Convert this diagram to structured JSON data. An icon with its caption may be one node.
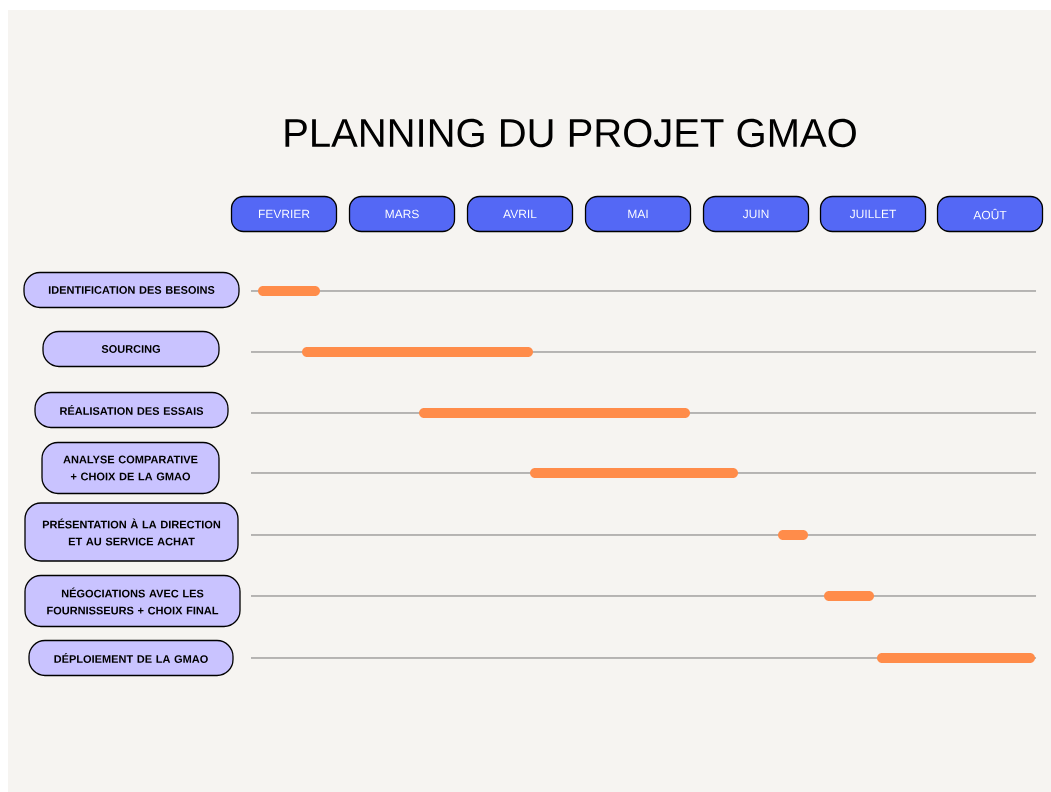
{
  "diagram": {
    "title": "PLANNING DU PROJET GMAO",
    "nodes": [
      {
        "text": [
          "FEVRIER"
        ]
      },
      {
        "text": [
          "MARS"
        ]
      },
      {
        "text": [
          "AVRIL"
        ]
      },
      {
        "text": [
          "MAI"
        ]
      },
      {
        "text": [
          "JUIN"
        ]
      },
      {
        "text": [
          "JUILLET"
        ]
      },
      {
        "text": [
          "AOÛT"
        ]
      },
      {
        "text": [
          "IDENTIFICATION DES BESOINS"
        ]
      },
      {
        "text": [
          "SOURCING"
        ]
      },
      {
        "text": [
          "RÉALISATION DES ESSAIS"
        ]
      },
      {
        "text": [
          "ANALYSE COMPARATIVE + CHOIX DE LA GMAO"
        ]
      },
      {
        "text": [
          "PRÉSENTATION À LA DIRECTION ET AU SERVICE ACHAT"
        ]
      },
      {
        "text": [
          "NÉGOCIATIONS AVEC LES FOURNISSEURS + CHOIX FINAL"
        ]
      },
      {
        "text": [
          "DÉPLOIEMENT DE LA GMAO"
        ]
      },
      {
        "text": [],
        "shape": "bar"
      },
      {
        "text": [],
        "shape": "bar"
      },
      {
        "text": [],
        "shape": "bar"
      },
      {
        "text": [],
        "shape": "bar"
      },
      {
        "text": [],
        "shape": "bar"
      },
      {
        "text": [],
        "shape": "bar"
      },
      {
        "text": [],
        "shape": "bar"
      }
    ]
  }
}
